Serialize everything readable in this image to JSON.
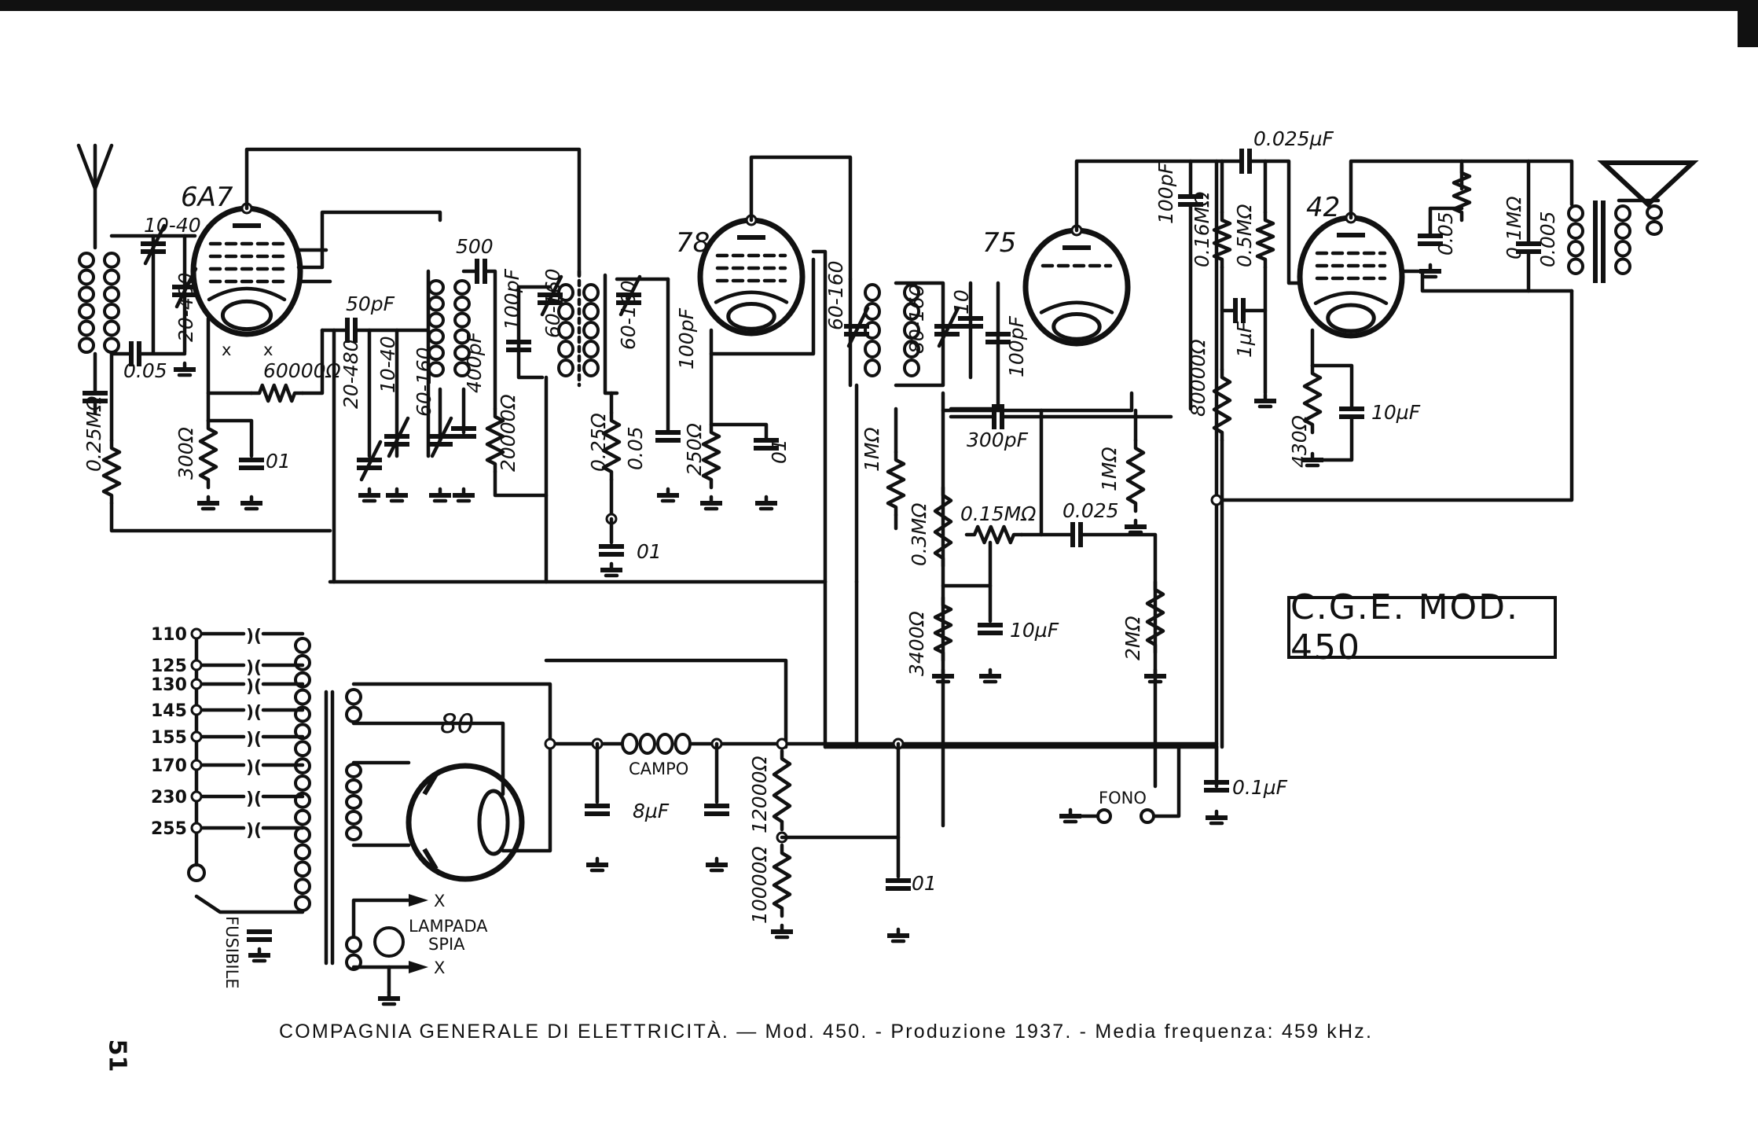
{
  "title_box": "C.G.E. MOD. 450",
  "caption": "COMPAGNIA GENERALE DI ELETTRICITÀ. — Mod. 450. - Produzione 1937. - Media frequenza: 459 kHz.",
  "page_number": "51",
  "tubes": [
    "6A7",
    "78",
    "75",
    "42",
    "80"
  ],
  "labels": [
    "10-40",
    "0.05",
    "20-480",
    "60000Ω",
    "0.25MΩ",
    "300Ω",
    "01",
    "50pF",
    "20-480",
    "10-40",
    "60-160",
    "400pF",
    "500",
    "100pF",
    "20000Ω",
    "60-160",
    "0.25Ω",
    "60-160",
    "100pF",
    "0.05",
    "250Ω",
    "01",
    "01",
    "60-160",
    "80-160",
    "10",
    "100pF",
    "1MΩ",
    "300pF",
    "0.3MΩ",
    "0.15MΩ",
    "0.025",
    "1MΩ",
    "3400Ω",
    "10µF",
    "2MΩ",
    "100pF",
    "0.16MΩ",
    "0.5MΩ",
    "0.025µF",
    "1µF",
    "80000Ω",
    "430Ω",
    "10µF",
    "0.05",
    "0.1MΩ",
    "0.005",
    "CAMPO",
    "8µF",
    "12000Ω",
    "10000Ω",
    "01",
    "FONO",
    "0.1µF",
    "FUSIBILE",
    "LAMPADA",
    "SPIA"
  ],
  "mains_taps": [
    "110",
    "125",
    "130",
    "145",
    "155",
    "170",
    "230",
    "255"
  ]
}
